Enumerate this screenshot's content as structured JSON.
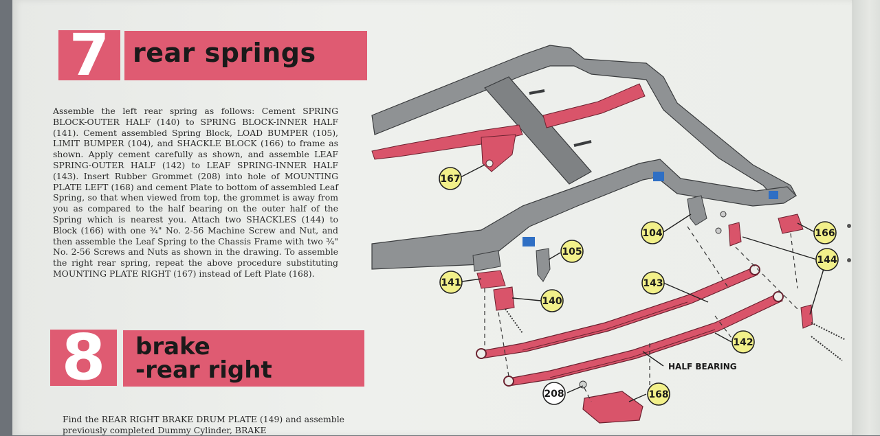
{
  "section7": {
    "number": "7",
    "title": "rear springs",
    "body": "Assemble the left rear spring as follows: Cement SPRING BLOCK-OUTER HALF (140) to SPRING BLOCK-INNER HALF (141). Cement assembled Spring Block, LOAD BUMPER (105), LIMIT BUMPER (104), and SHACKLE BLOCK (166) to frame as shown. Apply cement carefully as shown, and assemble LEAF SPRING-OUTER HALF (142) to LEAF SPRING-INNER HALF (143). Insert Rubber Grommet (208) into hole of MOUNTING PLATE LEFT (168) and cement Plate to bottom of assembled Leaf Spring, so that when viewed from top, the grommet is away from you as compared to the half bearing on the outer half of the Spring which is nearest you. Attach two SHACKLES (144) to Block (166) with one ¾\" No. 2-56 Machine Screw and Nut, and then assemble the Leaf Spring to the Chassis Frame with two ¾\" No. 2-56 Screws and Nuts as shown in the drawing. To assemble the right rear spring, repeat the above procedure substituting MOUNTING PLATE RIGHT (167) instead of Left Plate (168)."
  },
  "section8": {
    "number": "8",
    "title_line1": "brake",
    "title_line2": "-rear right",
    "body": "Find the REAR RIGHT BRAKE DRUM PLATE (149) and assemble previously completed Dummy Cylinder, BRAKE"
  },
  "diagram": {
    "half_bearing_label": "HALF BEARING",
    "callouts": {
      "c167": "167",
      "c104": "104",
      "c166": "166",
      "c144": "144",
      "c105": "105",
      "c141": "141",
      "c140": "140",
      "c143": "143",
      "c142": "142",
      "c208": "208",
      "c168": "168"
    }
  },
  "colors": {
    "accent_red": "#df5b72",
    "part_pink": "#d9546a",
    "callout_yellow": "#f2f08a",
    "frame_gray": "#8f9294",
    "paper": "#eceeea"
  }
}
